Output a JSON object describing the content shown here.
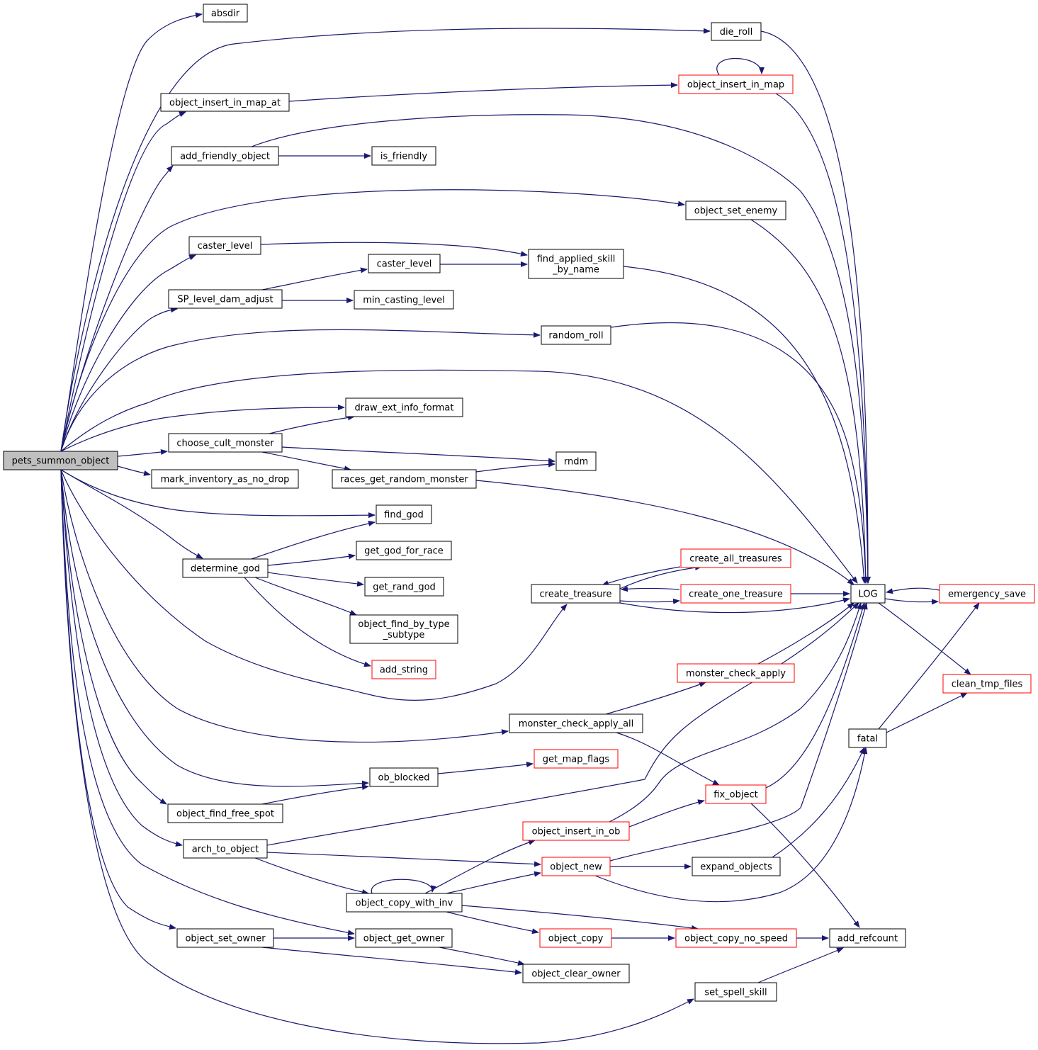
{
  "colors": {
    "edge": "#191970",
    "normal_border": "#000000",
    "truncated_border": "#ff0000",
    "root_fill": "#bfbfbf",
    "node_fill": "#ffffff"
  },
  "nodes": {
    "pets_summon_object": {
      "label": [
        "pets_summon_object"
      ],
      "style": "root"
    },
    "absdir": {
      "label": [
        "absdir"
      ],
      "style": "normal"
    },
    "object_insert_in_map_at": {
      "label": [
        "object_insert_in_map_at"
      ],
      "style": "normal"
    },
    "add_friendly_object": {
      "label": [
        "add_friendly_object"
      ],
      "style": "normal"
    },
    "caster_level_1": {
      "label": [
        "caster_level"
      ],
      "style": "normal"
    },
    "SP_level_dam_adjust": {
      "label": [
        "SP_level_dam_adjust"
      ],
      "style": "normal"
    },
    "choose_cult_monster": {
      "label": [
        "choose_cult_monster"
      ],
      "style": "normal"
    },
    "mark_inventory_as_no_drop": {
      "label": [
        "mark_inventory_as_no_drop"
      ],
      "style": "normal"
    },
    "determine_god": {
      "label": [
        "determine_god"
      ],
      "style": "normal"
    },
    "object_find_free_spot": {
      "label": [
        "object_find_free_spot"
      ],
      "style": "normal"
    },
    "arch_to_object": {
      "label": [
        "arch_to_object"
      ],
      "style": "normal"
    },
    "object_set_owner": {
      "label": [
        "object_set_owner"
      ],
      "style": "normal"
    },
    "is_friendly": {
      "label": [
        "is_friendly"
      ],
      "style": "normal"
    },
    "caster_level_2": {
      "label": [
        "caster_level"
      ],
      "style": "normal"
    },
    "min_casting_level": {
      "label": [
        "min_casting_level"
      ],
      "style": "normal"
    },
    "draw_ext_info_format": {
      "label": [
        "draw_ext_info_format"
      ],
      "style": "normal"
    },
    "races_get_random_monster": {
      "label": [
        "races_get_random_monster"
      ],
      "style": "normal"
    },
    "find_god": {
      "label": [
        "find_god"
      ],
      "style": "normal"
    },
    "get_god_for_race": {
      "label": [
        "get_god_for_race"
      ],
      "style": "normal"
    },
    "get_rand_god": {
      "label": [
        "get_rand_god"
      ],
      "style": "normal"
    },
    "object_find_by_type_subtype": {
      "label": [
        "object_find_by_type",
        "_subtype"
      ],
      "style": "normal"
    },
    "add_string": {
      "label": [
        "add_string"
      ],
      "style": "truncated"
    },
    "ob_blocked": {
      "label": [
        "ob_blocked"
      ],
      "style": "normal"
    },
    "object_copy_with_inv": {
      "label": [
        "object_copy_with_inv"
      ],
      "style": "normal"
    },
    "object_get_owner": {
      "label": [
        "object_get_owner"
      ],
      "style": "normal"
    },
    "find_applied_skill_by_name": {
      "label": [
        "find_applied_skill",
        "_by_name"
      ],
      "style": "normal"
    },
    "random_roll": {
      "label": [
        "random_roll"
      ],
      "style": "normal"
    },
    "rndm": {
      "label": [
        "rndm"
      ],
      "style": "normal"
    },
    "create_treasure": {
      "label": [
        "create_treasure"
      ],
      "style": "normal"
    },
    "monster_check_apply_all": {
      "label": [
        "monster_check_apply_all"
      ],
      "style": "normal"
    },
    "get_map_flags": {
      "label": [
        "get_map_flags"
      ],
      "style": "truncated"
    },
    "object_insert_in_ob": {
      "label": [
        "object_insert_in_ob"
      ],
      "style": "truncated"
    },
    "object_new": {
      "label": [
        "object_new"
      ],
      "style": "truncated"
    },
    "object_copy": {
      "label": [
        "object_copy"
      ],
      "style": "truncated"
    },
    "object_clear_owner": {
      "label": [
        "object_clear_owner"
      ],
      "style": "normal"
    },
    "die_roll": {
      "label": [
        "die_roll"
      ],
      "style": "normal"
    },
    "object_insert_in_map": {
      "label": [
        "object_insert_in_map"
      ],
      "style": "truncated"
    },
    "object_set_enemy": {
      "label": [
        "object_set_enemy"
      ],
      "style": "normal"
    },
    "create_all_treasures": {
      "label": [
        "create_all_treasures"
      ],
      "style": "truncated"
    },
    "create_one_treasure": {
      "label": [
        "create_one_treasure"
      ],
      "style": "truncated"
    },
    "monster_check_apply": {
      "label": [
        "monster_check_apply"
      ],
      "style": "truncated"
    },
    "fix_object": {
      "label": [
        "fix_object"
      ],
      "style": "truncated"
    },
    "expand_objects": {
      "label": [
        "expand_objects"
      ],
      "style": "normal"
    },
    "object_copy_no_speed": {
      "label": [
        "object_copy_no_speed"
      ],
      "style": "truncated"
    },
    "set_spell_skill": {
      "label": [
        "set_spell_skill"
      ],
      "style": "normal"
    },
    "LOG": {
      "label": [
        "LOG"
      ],
      "style": "normal"
    },
    "fatal": {
      "label": [
        "fatal"
      ],
      "style": "normal"
    },
    "add_refcount": {
      "label": [
        "add_refcount"
      ],
      "style": "normal"
    },
    "emergency_save": {
      "label": [
        "emergency_save"
      ],
      "style": "truncated"
    },
    "clean_tmp_files": {
      "label": [
        "clean_tmp_files"
      ],
      "style": "truncated"
    }
  },
  "edges": [
    [
      "pets_summon_object",
      "absdir"
    ],
    [
      "pets_summon_object",
      "die_roll"
    ],
    [
      "pets_summon_object",
      "object_insert_in_map_at"
    ],
    [
      "pets_summon_object",
      "add_friendly_object"
    ],
    [
      "pets_summon_object",
      "object_set_enemy"
    ],
    [
      "pets_summon_object",
      "caster_level_1"
    ],
    [
      "pets_summon_object",
      "SP_level_dam_adjust"
    ],
    [
      "pets_summon_object",
      "random_roll"
    ],
    [
      "pets_summon_object",
      "LOG"
    ],
    [
      "pets_summon_object",
      "draw_ext_info_format"
    ],
    [
      "pets_summon_object",
      "choose_cult_monster"
    ],
    [
      "pets_summon_object",
      "mark_inventory_as_no_drop"
    ],
    [
      "pets_summon_object",
      "find_god"
    ],
    [
      "pets_summon_object",
      "determine_god"
    ],
    [
      "pets_summon_object",
      "create_treasure"
    ],
    [
      "pets_summon_object",
      "monster_check_apply_all"
    ],
    [
      "pets_summon_object",
      "ob_blocked"
    ],
    [
      "pets_summon_object",
      "object_find_free_spot"
    ],
    [
      "pets_summon_object",
      "arch_to_object"
    ],
    [
      "pets_summon_object",
      "object_get_owner"
    ],
    [
      "pets_summon_object",
      "object_set_owner"
    ],
    [
      "pets_summon_object",
      "set_spell_skill"
    ],
    [
      "die_roll",
      "LOG"
    ],
    [
      "object_insert_in_map_at",
      "object_insert_in_map"
    ],
    [
      "object_insert_in_map",
      "object_insert_in_map"
    ],
    [
      "object_insert_in_map",
      "LOG"
    ],
    [
      "add_friendly_object",
      "is_friendly"
    ],
    [
      "add_friendly_object",
      "LOG"
    ],
    [
      "object_set_enemy",
      "LOG"
    ],
    [
      "caster_level_1",
      "find_applied_skill_by_name"
    ],
    [
      "SP_level_dam_adjust",
      "caster_level_2"
    ],
    [
      "SP_level_dam_adjust",
      "min_casting_level"
    ],
    [
      "caster_level_2",
      "find_applied_skill_by_name"
    ],
    [
      "find_applied_skill_by_name",
      "LOG"
    ],
    [
      "random_roll",
      "LOG"
    ],
    [
      "choose_cult_monster",
      "draw_ext_info_format"
    ],
    [
      "choose_cult_monster",
      "rndm"
    ],
    [
      "choose_cult_monster",
      "races_get_random_monster"
    ],
    [
      "races_get_random_monster",
      "rndm"
    ],
    [
      "races_get_random_monster",
      "LOG"
    ],
    [
      "determine_god",
      "find_god"
    ],
    [
      "determine_god",
      "get_god_for_race"
    ],
    [
      "determine_god",
      "get_rand_god"
    ],
    [
      "determine_god",
      "object_find_by_type_subtype"
    ],
    [
      "determine_god",
      "add_string"
    ],
    [
      "create_treasure",
      "create_all_treasures"
    ],
    [
      "create_all_treasures",
      "create_treasure"
    ],
    [
      "create_treasure",
      "create_one_treasure"
    ],
    [
      "create_one_treasure",
      "create_treasure"
    ],
    [
      "create_treasure",
      "LOG"
    ],
    [
      "create_one_treasure",
      "LOG"
    ],
    [
      "monster_check_apply_all",
      "monster_check_apply"
    ],
    [
      "monster_check_apply",
      "LOG"
    ],
    [
      "monster_check_apply_all",
      "fix_object"
    ],
    [
      "fix_object",
      "LOG"
    ],
    [
      "fix_object",
      "add_refcount"
    ],
    [
      "ob_blocked",
      "get_map_flags"
    ],
    [
      "object_find_free_spot",
      "ob_blocked"
    ],
    [
      "arch_to_object",
      "LOG"
    ],
    [
      "arch_to_object",
      "object_new"
    ],
    [
      "arch_to_object",
      "object_copy_with_inv"
    ],
    [
      "object_copy_with_inv",
      "object_copy_with_inv"
    ],
    [
      "object_copy_with_inv",
      "object_insert_in_ob"
    ],
    [
      "object_copy_with_inv",
      "object_new"
    ],
    [
      "object_copy_with_inv",
      "object_copy"
    ],
    [
      "object_copy_with_inv",
      "object_copy_no_speed"
    ],
    [
      "object_insert_in_ob",
      "fix_object"
    ],
    [
      "object_insert_in_ob",
      "LOG"
    ],
    [
      "object_new",
      "expand_objects"
    ],
    [
      "object_new",
      "LOG"
    ],
    [
      "object_new",
      "fatal"
    ],
    [
      "expand_objects",
      "fatal"
    ],
    [
      "object_copy",
      "object_copy_no_speed"
    ],
    [
      "object_copy_no_speed",
      "add_refcount"
    ],
    [
      "object_set_owner",
      "object_get_owner"
    ],
    [
      "object_set_owner",
      "object_clear_owner"
    ],
    [
      "object_get_owner",
      "object_clear_owner"
    ],
    [
      "set_spell_skill",
      "add_refcount"
    ],
    [
      "LOG",
      "emergency_save"
    ],
    [
      "emergency_save",
      "LOG"
    ],
    [
      "LOG",
      "clean_tmp_files"
    ],
    [
      "fatal",
      "emergency_save"
    ],
    [
      "fatal",
      "clean_tmp_files"
    ]
  ]
}
